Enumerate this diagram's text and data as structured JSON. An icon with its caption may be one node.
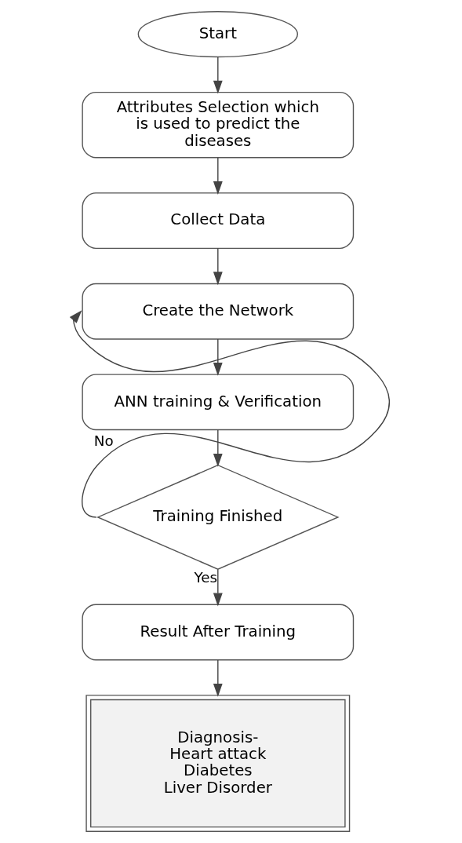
{
  "diagram": {
    "nodes": [
      {
        "text": [
          "Start"
        ]
      },
      {
        "text": [
          "Attributes Selection which is used to predict the diseases"
        ]
      },
      {
        "text": [
          "Collect Data"
        ]
      },
      {
        "text": [
          "Create the Network"
        ]
      },
      {
        "text": [
          "ANN training & Verification"
        ]
      },
      {
        "text": [
          "Training Finished"
        ]
      },
      {
        "text": [
          "Result After Training"
        ]
      },
      {
        "text": [
          "Diagnosis-",
          "Heart attack",
          "Diabetes",
          "Liver Disorder"
        ]
      }
    ],
    "edges": [
      {
        "from": 0,
        "to": 1,
        "arrow": "to"
      },
      {
        "from": 1,
        "to": 2,
        "arrow": "to"
      },
      {
        "from": 2,
        "to": 3,
        "arrow": "to"
      },
      {
        "from": 3,
        "to": 4,
        "arrow": "to"
      },
      {
        "from": 4,
        "to": 5,
        "arrow": "to"
      },
      {
        "from": 5,
        "to": 3,
        "label": "No",
        "arrow": "to"
      },
      {
        "from": 5,
        "to": 6,
        "label": "Yes",
        "arrow": "to"
      },
      {
        "from": 6,
        "to": 7,
        "arrow": "to"
      }
    ]
  }
}
